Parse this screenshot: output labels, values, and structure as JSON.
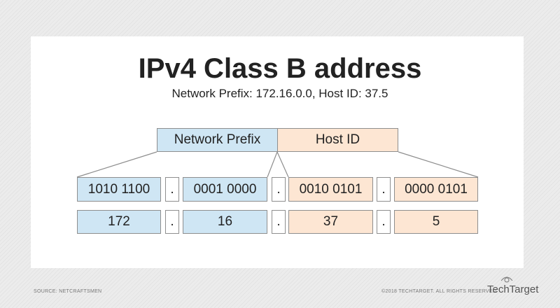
{
  "title": "IPv4 Class B address",
  "subtitle": "Network Prefix: 172.16.0.0, Host ID: 37.5",
  "header": {
    "network_prefix": "Network Prefix",
    "host_id": "Host ID"
  },
  "binary_row": [
    "1010 1100",
    "0001 0000",
    "0010 0101",
    "0000 0101"
  ],
  "decimal_row": [
    "172",
    "16",
    "37",
    "5"
  ],
  "separator": ".",
  "colors": {
    "network": "#cfe6f4",
    "host": "#fde6d3"
  },
  "footer": {
    "source": "SOURCE: NETCRAFTSMEN",
    "copyright": "©2018 TECHTARGET. ALL RIGHTS RESERVED",
    "logo": "TechTarget"
  }
}
